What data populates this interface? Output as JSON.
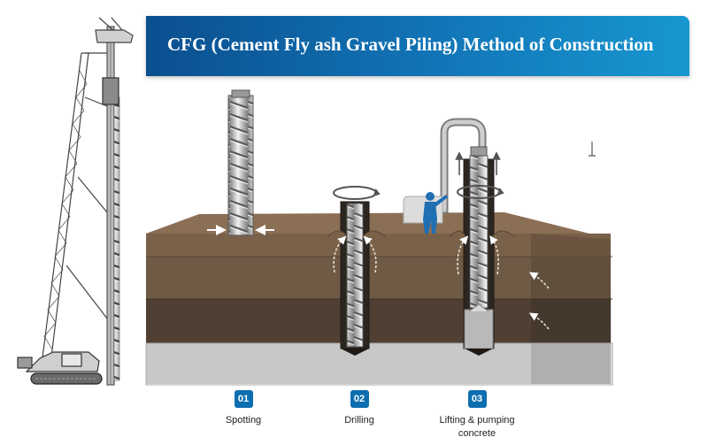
{
  "title": "CFG (Cement Fly ash Gravel Piling) Method of Construction",
  "steps": [
    {
      "number": "01",
      "label": "Spotting"
    },
    {
      "number": "02",
      "label": "Drilling"
    },
    {
      "number": "03",
      "label": "Lifting & pumping concrete"
    }
  ],
  "colors": {
    "banner": "#0b4f8f",
    "banner_light": "#1897cf",
    "badge": "#0d6eb0",
    "soil_top": "#8b6f55",
    "soil_layer1": "#6e5a45",
    "soil_layer2": "#5e4c3a",
    "soil_layer3": "#4a3b2d",
    "base": "#c8c8c8",
    "worker": "#1f6fb2"
  },
  "icons": [
    "rig-icon",
    "auger-icon",
    "rotation-arrow-icon",
    "lift-arrow-icon",
    "flow-arrow-icon",
    "push-arrow-icon",
    "worker-icon",
    "pump-hose-icon",
    "equipment-box-icon"
  ]
}
